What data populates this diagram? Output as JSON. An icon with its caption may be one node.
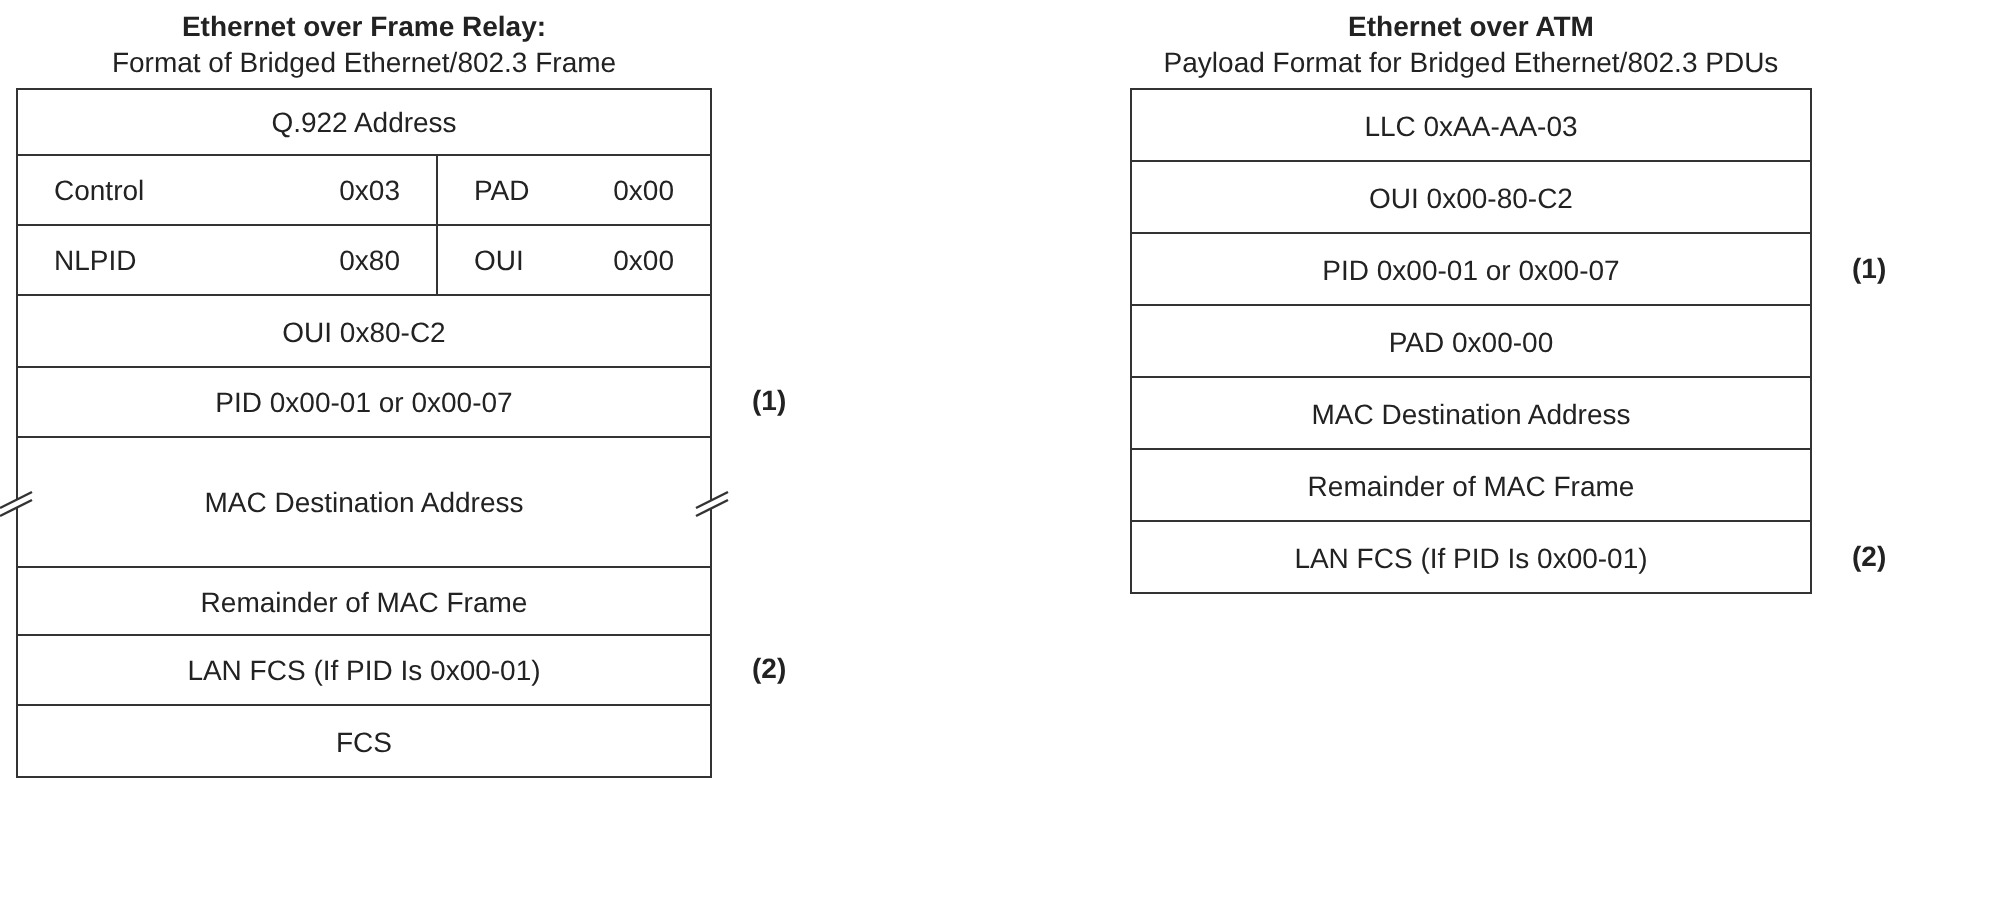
{
  "diagram": {
    "nodes": [
      {
        "text": [
          "Ethernet over Frame Relay:",
          "Format of Bridged Ethernet/802.3 Frame"
        ]
      },
      {
        "text": [
          "Q.922 Address"
        ],
        "in": 0
      },
      {
        "text": [
          "Control",
          "0x03"
        ],
        "in": 0
      },
      {
        "text": [
          "PAD",
          "0x00"
        ],
        "in": 0
      },
      {
        "text": [
          "NLPID",
          "0x80"
        ],
        "in": 0
      },
      {
        "text": [
          "OUI",
          "0x00"
        ],
        "in": 0
      },
      {
        "text": [
          "OUI 0x80-C2"
        ],
        "in": 0
      },
      {
        "text": [
          "PID 0x00-01 or 0x00-07"
        ],
        "in": 0,
        "beside": [
          "(1)"
        ]
      },
      {
        "text": [
          "MAC Destination Address"
        ],
        "in": 0
      },
      {
        "text": [
          "Remainder of MAC Frame"
        ],
        "in": 0
      },
      {
        "text": [
          "LAN FCS (If PID Is 0x00-01)"
        ],
        "in": 0,
        "beside": [
          "(2)"
        ]
      },
      {
        "text": [
          "FCS"
        ],
        "in": 0
      },
      {
        "text": [
          "Ethernet over ATM",
          "Payload Format for Bridged Ethernet/802.3 PDUs"
        ]
      },
      {
        "text": [
          "LLC 0xAA-AA-03"
        ],
        "in": 12
      },
      {
        "text": [
          "OUI 0x00-80-C2"
        ],
        "in": 12
      },
      {
        "text": [
          "PID 0x00-01 or 0x00-07"
        ],
        "in": 12,
        "beside": [
          "(1)"
        ]
      },
      {
        "text": [
          "PAD 0x00-00"
        ],
        "in": 12
      },
      {
        "text": [
          "MAC Destination Address"
        ],
        "in": 12
      },
      {
        "text": [
          "Remainder of MAC Frame"
        ],
        "in": 12
      },
      {
        "text": [
          "LAN FCS (If PID Is 0x00-01)"
        ],
        "in": 12,
        "beside": [
          "(2)"
        ]
      }
    ]
  }
}
